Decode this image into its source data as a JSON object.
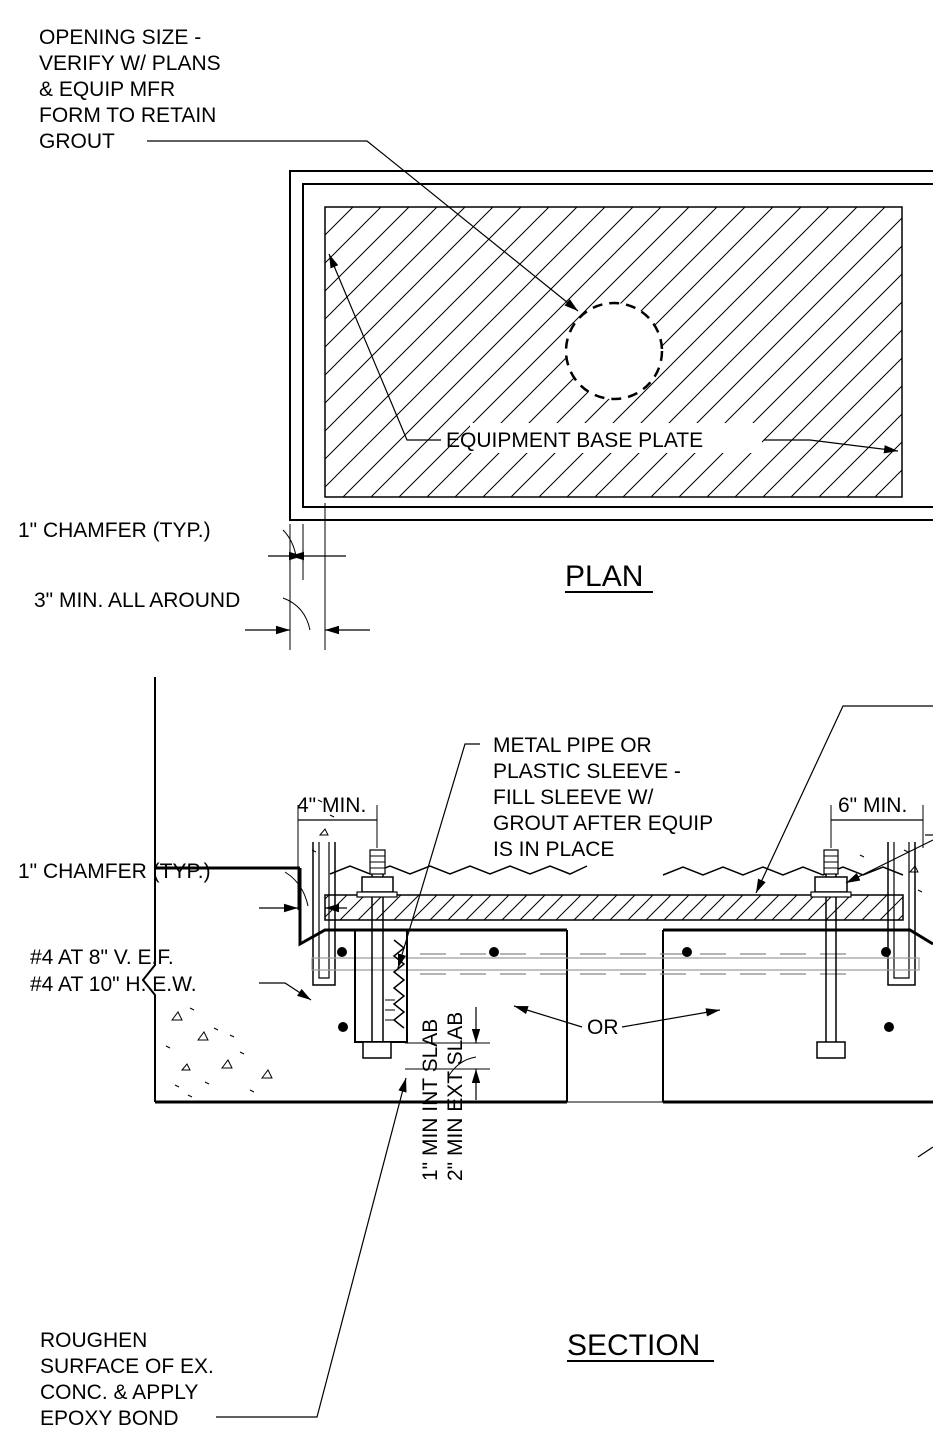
{
  "plan": {
    "title": "PLAN",
    "opening_note": [
      "OPENING SIZE -",
      "VERIFY W/ PLANS",
      "& EQUIP MFR",
      "FORM TO RETAIN",
      "GROUT"
    ],
    "base_plate": "EQUIPMENT BASE PLATE",
    "chamfer": "1\" CHAMFER (TYP.)",
    "min_around": "3\" MIN. ALL AROUND"
  },
  "section": {
    "title": "SECTION",
    "sleeve_note": [
      "METAL PIPE OR",
      "PLASTIC SLEEVE -",
      "FILL SLEEVE W/",
      "GROUT AFTER EQUIP",
      "IS IN PLACE"
    ],
    "dim_left": "4\" MIN.",
    "dim_right": "6\" MIN.",
    "chamfer": "1\" CHAMFER (TYP.)",
    "rebar": [
      "#4 AT 8\" V. E.F.",
      "#4 AT 10\" H. E.W."
    ],
    "or_label": "OR",
    "slab": [
      "1\" MIN INT SLAB",
      "2\" MIN EXT SLAB"
    ],
    "roughen_note": [
      "ROUGHEN",
      "SURFACE OF EX.",
      "CONC. & APPLY",
      "EPOXY BOND"
    ]
  },
  "colors": {
    "ink": "#000000",
    "background": "#ffffff",
    "sleeve": "#999999"
  }
}
